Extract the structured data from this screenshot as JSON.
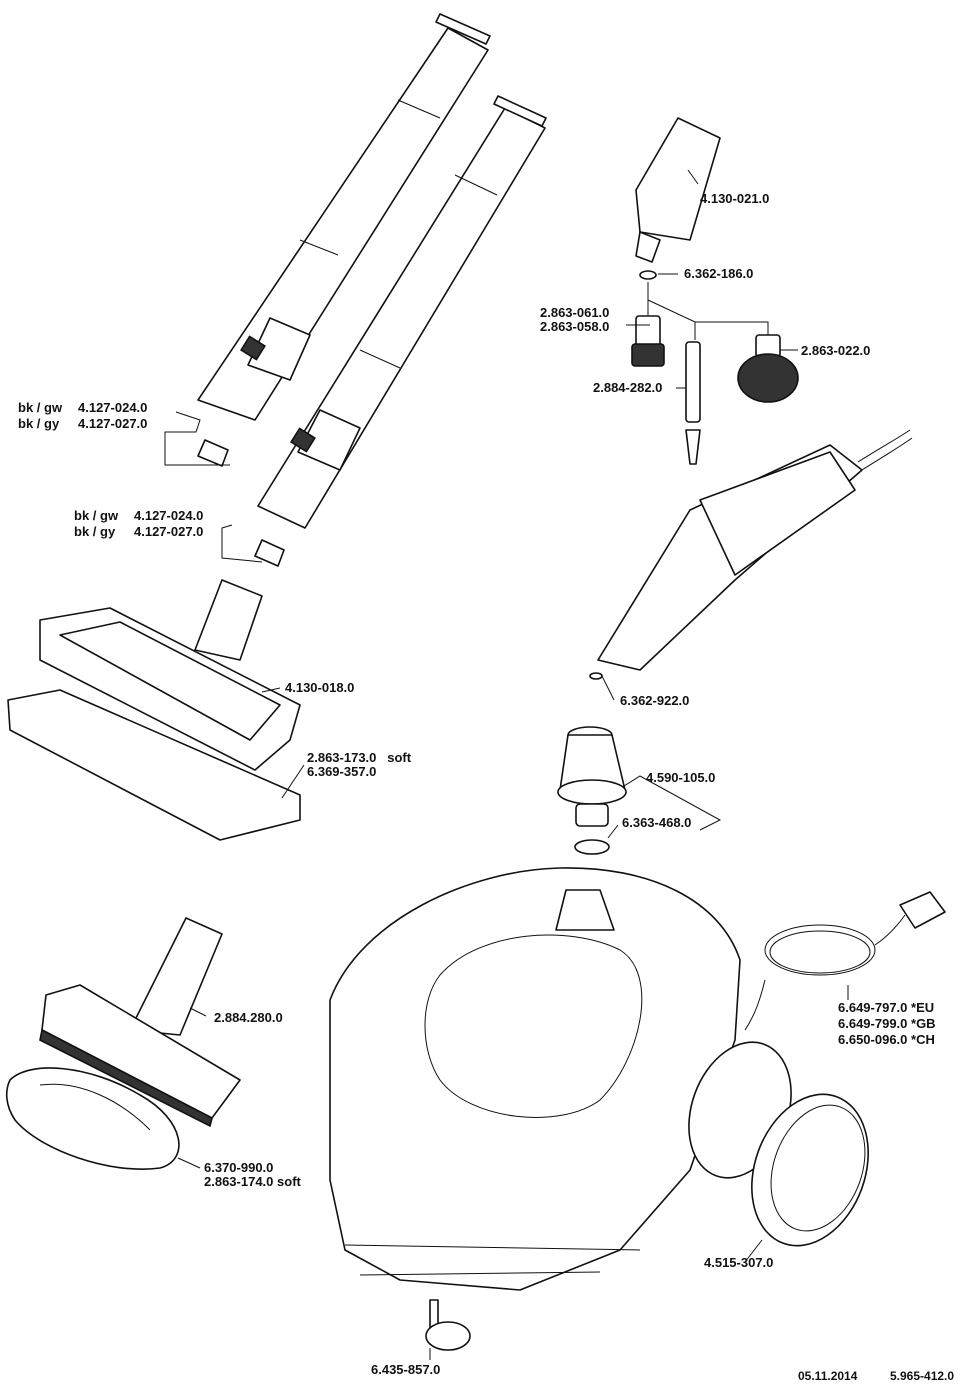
{
  "labels": {
    "top_tube_1": {
      "g1": "bk / gw",
      "v1": "4.127-024.0",
      "g2": "bk / gy",
      "v2": "4.127-027.0"
    },
    "top_tube_2": {
      "g1": "bk / gw",
      "v1": "4.127-024.0",
      "g2": "bk / gy",
      "v2": "4.127-027.0"
    },
    "nozzle": "4.130-021.0",
    "oring_small": "6.362-186.0",
    "brush_small_1": "2.863-061.0",
    "brush_small_2": "2.863-058.0",
    "brush_round": "2.863-022.0",
    "detail_nozzle": "2.884-282.0",
    "floor_nozzle": "4.130-018.0",
    "cloth_1": "2.863-173.0",
    "cloth_1_note": "soft",
    "cloth_2": "6.369-357.0",
    "gun_oring": "6.362-922.0",
    "safety_cap": "4.590-105.0",
    "cap_seal": "6.363-468.0",
    "power_cords": [
      "6.649-797.0 *EU",
      "6.649-799.0 *GB",
      "6.650-096.0 *CH"
    ],
    "hand_nozzle": "2.884.280.0",
    "terry_1": "6.370-990.0",
    "terry_2": "2.863-174.0",
    "terry_2_note": "soft",
    "wheel": "4.515-307.0",
    "caster": "6.435-857.0"
  },
  "footer": {
    "date": "05.11.2014",
    "doc": "5.965-412.0"
  }
}
